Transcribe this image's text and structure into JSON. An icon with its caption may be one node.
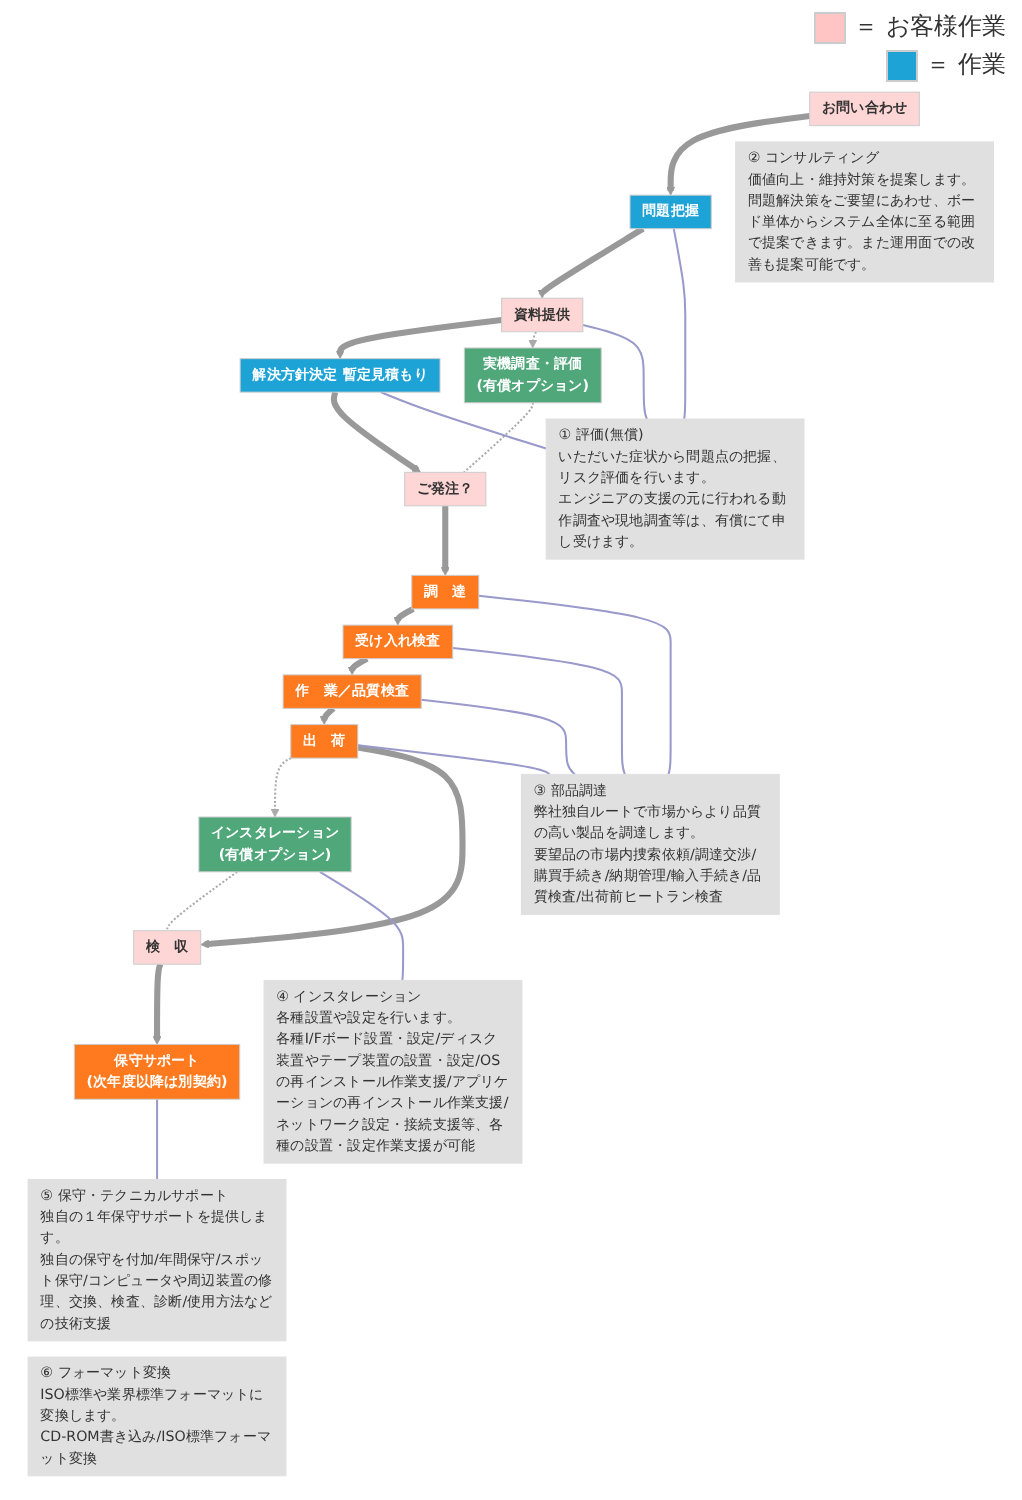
{
  "diagram": {
    "nodes": [
      {
        "text": [
          "お問い合わせ"
        ]
      },
      {
        "text": [
          "問題把握"
        ]
      },
      {
        "text": [
          "資料提供"
        ]
      },
      {
        "text": [
          "解決方針決定 暫定見積もり"
        ]
      },
      {
        "text": [
          "実機調査・評価",
          "(有償オプション)"
        ]
      },
      {
        "text": [
          "ご発注？"
        ]
      },
      {
        "text": [
          "調　達"
        ]
      },
      {
        "text": [
          "受け入れ検査"
        ]
      },
      {
        "text": [
          "作　業／品質検査"
        ]
      },
      {
        "text": [
          "出　荷"
        ]
      },
      {
        "text": [
          "インスタレーション",
          "(有償オプション)"
        ]
      },
      {
        "text": [
          "検　収"
        ]
      },
      {
        "text": [
          "保守サポート",
          "(次年度以降は別契約)"
        ]
      },
      {
        "text": [
          "① 評価(無償)",
          "いただいた症状から問題点の把握、リスク評価を行います。",
          "エンジニアの支援の元に行われる動作調査や現地調査等は、有償にて申し受けます。"
        ]
      },
      {
        "text": [
          "② コンサルティング",
          "価値向上・維持対策を提案します。",
          "問題解決策をご要望にあわせ、ボード単体からシステム全体に至る範囲で提案できます。また運用面での改善も提案可能です。"
        ]
      },
      {
        "text": [
          "③ 部品調達",
          "弊社独自ルートで市場からより品質の高い製品を調達します。",
          "要望品の市場内捜索依頼/調達交渉/購買手続き/納期管理/輸入手続き/品質検査/出荷前ヒートラン検査"
        ]
      },
      {
        "text": [
          "④ インスタレーション",
          "各種設置や設定を行います。",
          "各種I/Fボード設置・設定/ディスク装置やテープ装置の設置・設定/OSの再インストール作業支援/アプリケーションの再インストール作業支援/ネットワーク設定・接続支援等、各種の設置・設定作業支援が可能"
        ]
      },
      {
        "text": [
          "⑤ 保守・テクニカルサポート",
          "独自の１年保守サポートを提供します。",
          "独自の保守を付加/年間保守/スポット保守/コンピュータや周辺装置の修理、交換、検査、診断/使用方法などの技術支援"
        ]
      },
      {
        "text": [
          "⑥ フォーマット変換",
          "ISO標準や業界標準フォーマットに変換します。",
          "CD-ROM書き込み/ISO標準フォーマット変換"
        ]
      }
    ],
    "edges": [
      {
        "from": 0,
        "to": 1,
        "arrow": "to",
        "style": "thick"
      },
      {
        "from": 1,
        "to": 2,
        "arrow": "to",
        "style": "thick"
      },
      {
        "from": 2,
        "to": 3,
        "arrow": "to",
        "style": "thick"
      },
      {
        "from": 2,
        "to": 4,
        "arrow": "to",
        "style": "dashed"
      },
      {
        "from": 3,
        "to": 5,
        "arrow": "to",
        "style": "thick"
      },
      {
        "from": 4,
        "to": 5,
        "arrow": "none",
        "style": "dashed"
      },
      {
        "from": 5,
        "to": 6,
        "arrow": "to",
        "style": "thick"
      },
      {
        "from": 6,
        "to": 7,
        "arrow": "to",
        "style": "thick"
      },
      {
        "from": 7,
        "to": 8,
        "arrow": "to",
        "style": "thick"
      },
      {
        "from": 8,
        "to": 9,
        "arrow": "to",
        "style": "thick"
      },
      {
        "from": 9,
        "to": 10,
        "arrow": "to",
        "style": "dashed"
      },
      {
        "from": 9,
        "to": 11,
        "arrow": "to",
        "style": "thick"
      },
      {
        "from": 10,
        "to": 11,
        "arrow": "none",
        "style": "dashed"
      },
      {
        "from": 11,
        "to": 12,
        "arrow": "to",
        "style": "thick"
      },
      {
        "from": 1,
        "to": 13,
        "arrow": "none",
        "color": "#9999cc"
      },
      {
        "from": 2,
        "to": 13,
        "arrow": "none",
        "color": "#9999cc"
      },
      {
        "from": 3,
        "to": 13,
        "arrow": "none",
        "color": "#9999cc"
      },
      {
        "from": 6,
        "to": 15,
        "arrow": "none",
        "color": "#9999cc"
      },
      {
        "from": 7,
        "to": 15,
        "arrow": "none",
        "color": "#9999cc"
      },
      {
        "from": 8,
        "to": 15,
        "arrow": "none",
        "color": "#9999cc"
      },
      {
        "from": 9,
        "to": 15,
        "arrow": "none",
        "color": "#9999cc"
      },
      {
        "from": 10,
        "to": 16,
        "arrow": "none",
        "color": "#9999cc"
      },
      {
        "from": 12,
        "to": 17,
        "arrow": "none",
        "color": "#9999cc"
      }
    ],
    "legend": [
      {
        "text": "＝ お客様作業",
        "color": "#ffc4c4"
      },
      {
        "text": "＝ 作業",
        "color": "#1ea3d6"
      }
    ]
  }
}
